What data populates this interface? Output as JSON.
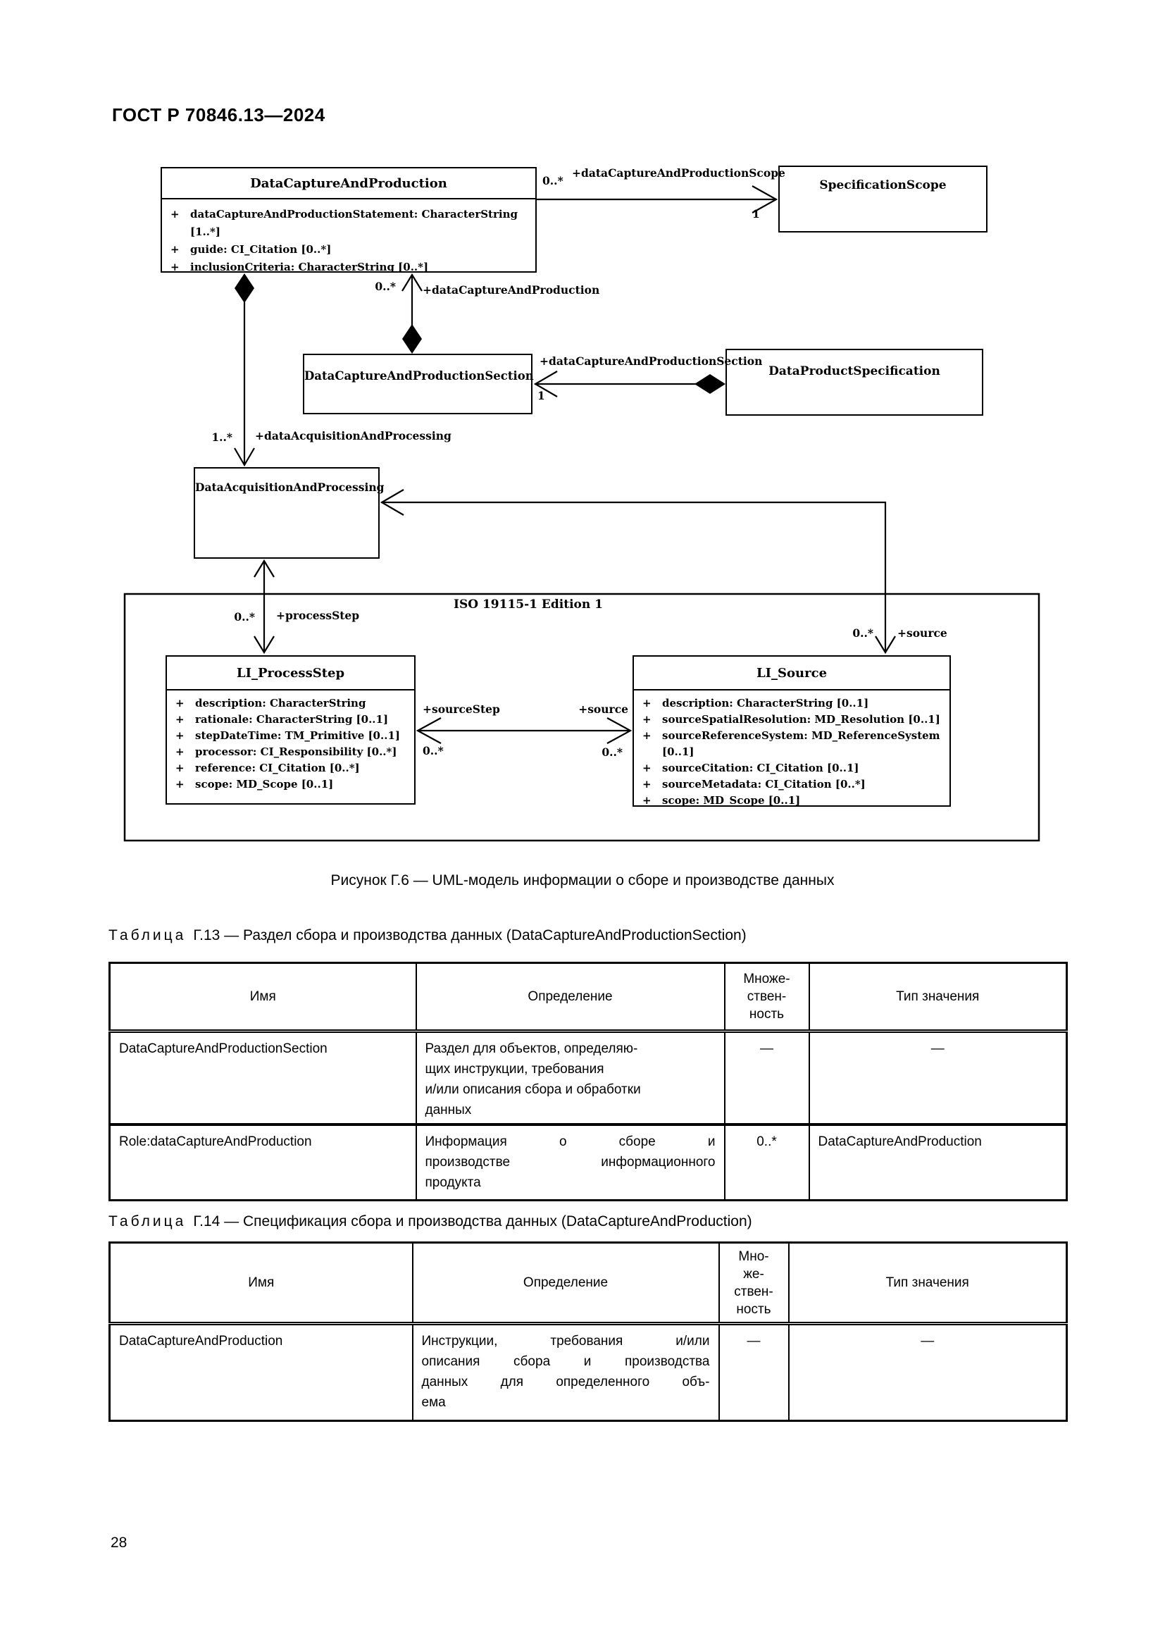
{
  "page": {
    "header": "ГОСТ Р 70846.13—2024",
    "page_number": "28",
    "figure_caption": "Рисунок Г.6 — UML-модель информации о сборе и производстве данных"
  },
  "diagram": {
    "frame_label": "ISO 19115-1 Edition 1",
    "visibility_marker": "+",
    "classes": {
      "data_capture_and_production": {
        "name": "DataCaptureAndProduction",
        "attributes": [
          "dataCaptureAndProductionStatement: CharacterString [1..*]",
          "guide: CI_Citation [0..*]",
          "inclusionCriteria: CharacterString [0..*]"
        ]
      },
      "specification_scope": {
        "name": "SpecificationScope"
      },
      "data_capture_and_production_section": {
        "name": "DataCaptureAndProductionSection"
      },
      "data_product_specification": {
        "name": "DataProductSpecification"
      },
      "data_acquisition_and_processing": {
        "name": "DataAcquisitionAndProcessing"
      },
      "li_process_step": {
        "name": "LI_ProcessStep",
        "attributes": [
          "description: CharacterString",
          "rationale: CharacterString [0..1]",
          "stepDateTime: TM_Primitive [0..1]",
          "processor: CI_Responsibility [0..*]",
          "reference: CI_Citation [0..*]",
          "scope: MD_Scope [0..1]"
        ]
      },
      "li_source": {
        "name": "LI_Source",
        "attributes": [
          "description: CharacterString [0..1]",
          "sourceSpatialResolution: MD_Resolution [0..1]",
          "sourceReferenceSystem: MD_ReferenceSystem [0..1]",
          "sourceCitation: CI_Citation [0..1]",
          "sourceMetadata: CI_Citation [0..*]",
          "scope: MD_Scope [0..1]"
        ]
      }
    },
    "associations": {
      "scope_assoc": {
        "role": "+dataCaptureAndProductionScope",
        "source_mult": "0..*",
        "target_mult": "1"
      },
      "capture_assoc": {
        "role": "+dataCaptureAndProduction",
        "mult": "0..*"
      },
      "section_assoc": {
        "role": "+dataCaptureAndProductionSection",
        "target_mult": "1"
      },
      "acquisition_assoc": {
        "role": "+dataAcquisitionAndProcessing",
        "mult": "1..*"
      },
      "process_step_assoc": {
        "role": "+processStep",
        "mult": "0..*"
      },
      "source_assoc": {
        "role": "+source",
        "mult": "0..*"
      },
      "source_step_assoc": {
        "role_left": "+sourceStep",
        "mult_left": "0..*",
        "role_right": "+source",
        "mult_right": "0..*"
      }
    }
  },
  "table_g13": {
    "label": "Таблица",
    "title": "Г.13 — Раздел сбора и производства данных (DataCaptureAndProductionSection)",
    "headers": {
      "name": "Имя",
      "definition": "Определение",
      "multiplicity": "Множе-\nствен-\nность",
      "value_type": "Тип значения"
    },
    "rows": [
      {
        "name": "DataCaptureAndProductionSection",
        "definition": "Раздел для объектов, определяю-\nщих инструкции, требования\nи/или описания сбора и обработки\nданных",
        "multiplicity": "—",
        "value_type": "—"
      },
      {
        "name": "Role:dataCaptureAndProduction",
        "definition": "Информация о сборе и\nпроизводстве информационного\nпродукта",
        "multiplicity": "0..*",
        "value_type": "DataCaptureAndProduction"
      }
    ]
  },
  "table_g14": {
    "label": "Таблица",
    "title": "Г.14 — Спецификация сбора и производства данных (DataCaptureAndProduction)",
    "headers": {
      "name": "Имя",
      "definition": "Определение",
      "multiplicity": "Мно-\nже-\nствен-\nность",
      "value_type": "Тип значения"
    },
    "rows": [
      {
        "name": "DataCaptureAndProduction",
        "definition": "Инструкции, требования и/или\nописания сбора и производства\nданных для определенного объ-\nема",
        "multiplicity": "—",
        "value_type": "—"
      }
    ]
  }
}
